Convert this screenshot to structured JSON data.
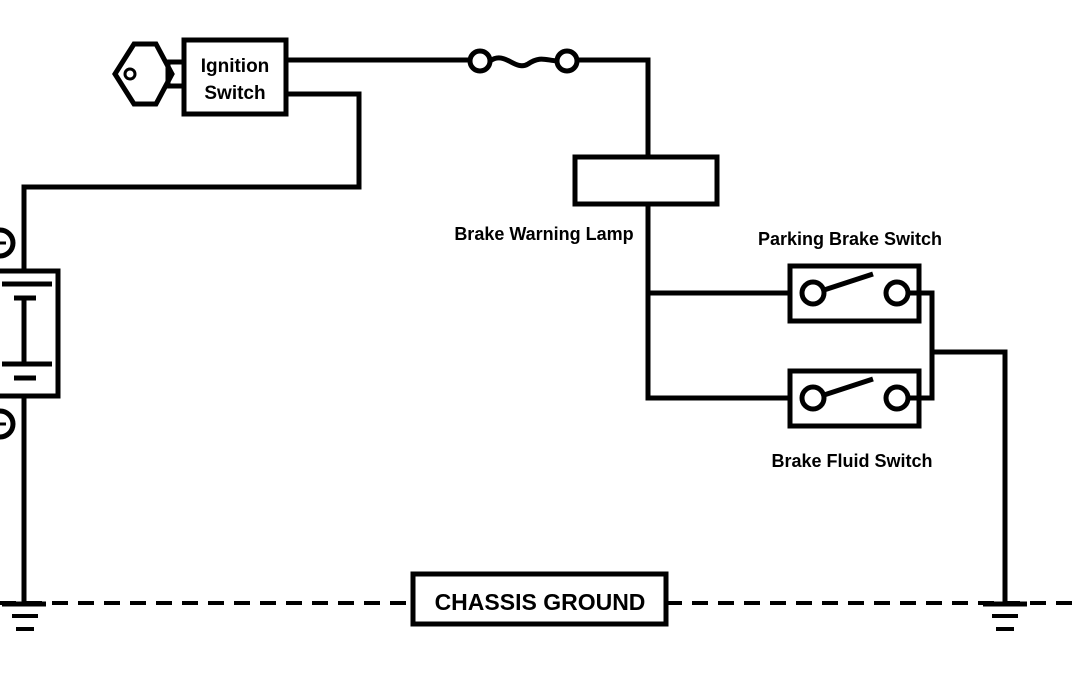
{
  "diagram": {
    "title": "Brake Warning Lamp Circuit",
    "components": {
      "ignition_switch": {
        "line1": "Ignition",
        "line2": "Switch"
      },
      "fuse": {
        "label": ""
      },
      "brake_warning_lamp": {
        "label": "Brake Warning Lamp"
      },
      "parking_brake_switch": {
        "label": "Parking Brake Switch",
        "state": "open"
      },
      "brake_fluid_switch": {
        "label": "Brake Fluid Switch",
        "state": "open"
      },
      "battery": {
        "positive_symbol": "+",
        "negative_symbol": "−"
      },
      "chassis_ground": {
        "label": "CHASSIS GROUND"
      }
    },
    "colors": {
      "line": "#000000",
      "background": "#ffffff"
    }
  }
}
